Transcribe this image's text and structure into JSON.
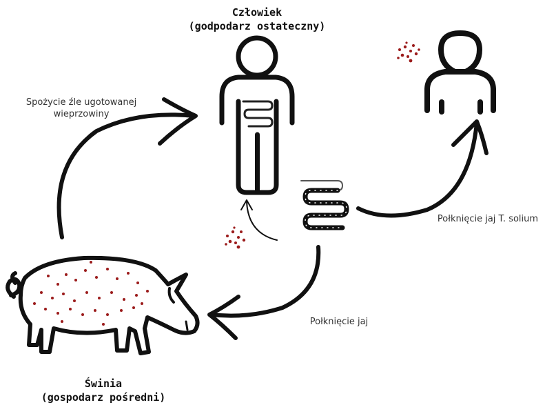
{
  "nodes": {
    "human": {
      "name": "Człowiek",
      "role": "(godpodarz ostateczny)"
    },
    "pig": {
      "name": "Świnia",
      "role": "(gospodarz pośredni)"
    }
  },
  "edges": {
    "pig_to_human": {
      "line1": "Spożycie źle ugotowanej",
      "line2": "wieprzowiny"
    },
    "worm_to_pig": {
      "label": "Połknięcie jaj"
    },
    "worm_to_person": {
      "label": "Połknięcie jaj T. solium"
    }
  },
  "colors": {
    "ink": "#111111",
    "egg": "#9b1b1b",
    "text": "#333333"
  },
  "icons": [
    "human-host-icon",
    "tapeworm-icon",
    "pig-icon",
    "person-icon",
    "eggs-icon",
    "arrow-icon"
  ]
}
